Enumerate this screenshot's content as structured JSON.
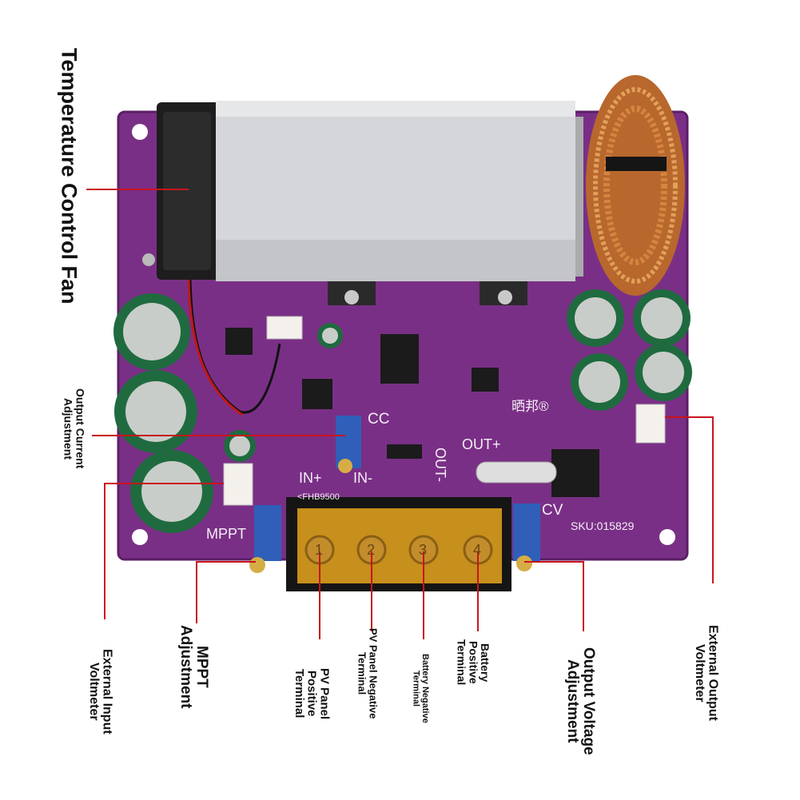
{
  "labels": {
    "fan": "Temperature Control Fan",
    "output_current": "Output Current\nAdjustment",
    "mppt": "MPPT\nAdjustment",
    "ext_input": "External Input\nVoltmeter",
    "pv_pos": "PV Panel\nPositive\nTerminal",
    "pv_neg": "PV Panel Negative\nTerminal",
    "batt_neg": "Battery Negative\nTerminal",
    "batt_pos": "Battery\nPositive\nTerminal",
    "output_voltage": "Output Voltage\nAdjustment",
    "ext_output": "External Output\nVoltmeter"
  },
  "board_silkscreen": {
    "cc": "CC",
    "cv": "CV",
    "in_plus": "IN+",
    "in_minus": "IN-",
    "out_plus": "OUT+",
    "out_minus": "OUT-",
    "mppt": "MPPT",
    "sku": "SKU:015829",
    "brand": "晒邦®",
    "terminal_model": "<FHB9500",
    "t1": "1",
    "t2": "2",
    "t3": "3",
    "t4": "4"
  },
  "colors": {
    "pcb": "#7a2f86",
    "leader_line": "#c8141c"
  }
}
